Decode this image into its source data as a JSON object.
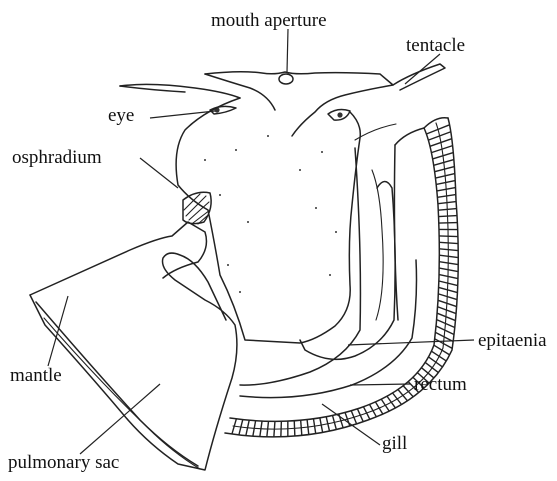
{
  "labels": {
    "mouth_aperture": "mouth aperture",
    "tentacle": "tentacle",
    "eye": "eye",
    "osphradium": "osphradium",
    "mantle": "mantle",
    "pulmonary_sac": "pulmonary sac",
    "epitaenia": "epitaenia",
    "rectum": "rectum",
    "gill": "gill"
  }
}
